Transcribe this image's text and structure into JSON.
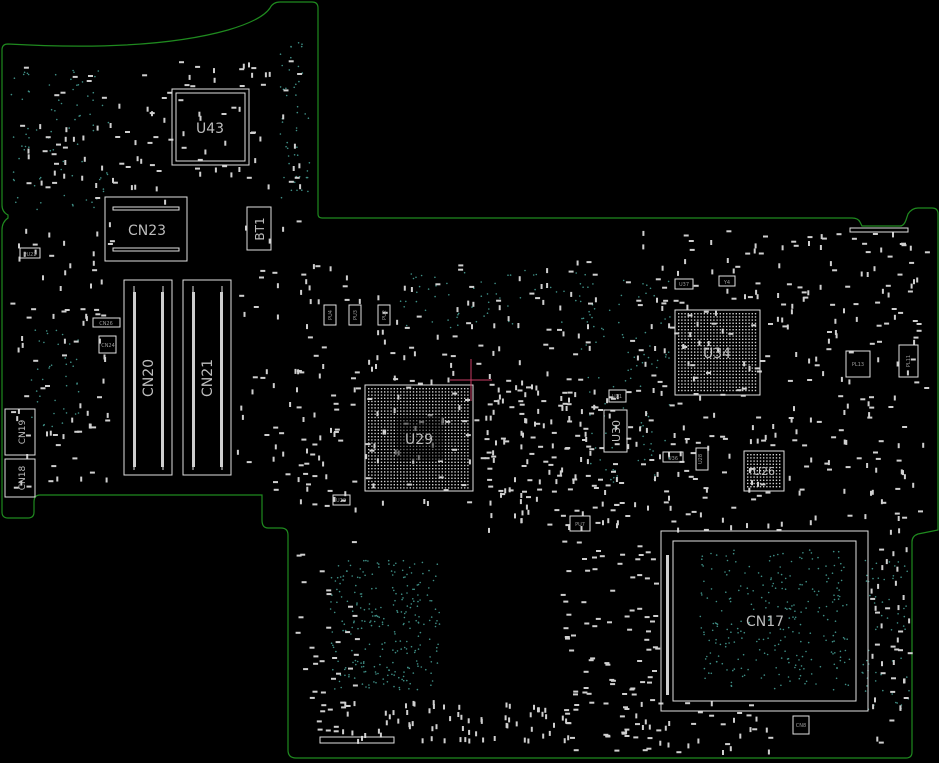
{
  "board": {
    "outline_color": "#1f8a1f",
    "background_color": "#000000",
    "component_color": "#e0e0e0",
    "via_color": "#3f8f86",
    "cursor_color": "#c83c64"
  },
  "labels": {
    "u43": "U43",
    "cn23": "CN23",
    "bt1": "BT1",
    "cn20": "CN20",
    "cn21": "CN21",
    "cn19": "CN19",
    "cn18": "CN18",
    "u29": "U29",
    "u30": "U30",
    "u34": "U34",
    "u26": "U26",
    "cn17": "CN17",
    "pl13": "PL13",
    "pl11": "PL11",
    "cn26": "CN26",
    "cn24": "CN24",
    "pu22": "PU22",
    "pu4": "PU4",
    "pu3": "PU3",
    "pu2": "PU2",
    "u23": "U23",
    "u37": "U37",
    "y4": "Y4",
    "u31": "U31",
    "u36": "U36",
    "u28": "U28",
    "pu7": "PU7",
    "cn8": "CN8"
  }
}
